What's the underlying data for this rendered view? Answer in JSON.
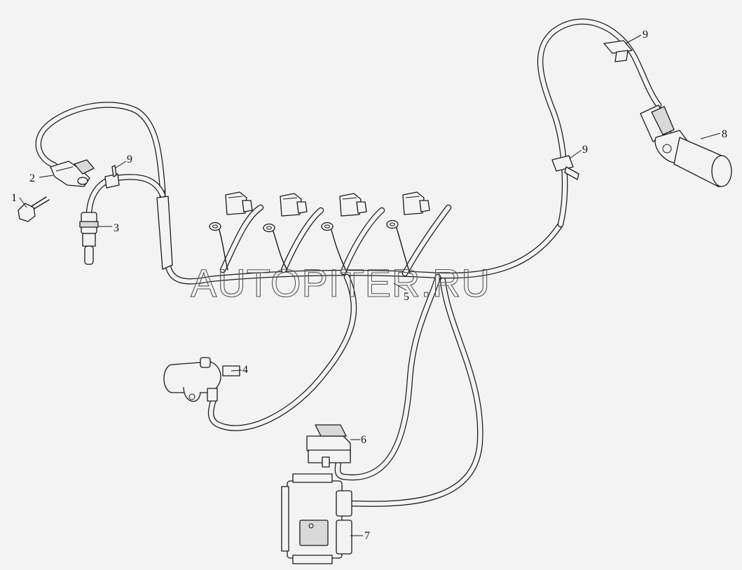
{
  "watermark": "AUTOPITER.RU",
  "callouts": {
    "c1": "1",
    "c2": "2",
    "c3": "3",
    "c4": "4",
    "c5": "5",
    "c6": "6",
    "c7": "7",
    "c8": "8",
    "c9a": "9",
    "c9b": "9",
    "c9c": "9"
  }
}
